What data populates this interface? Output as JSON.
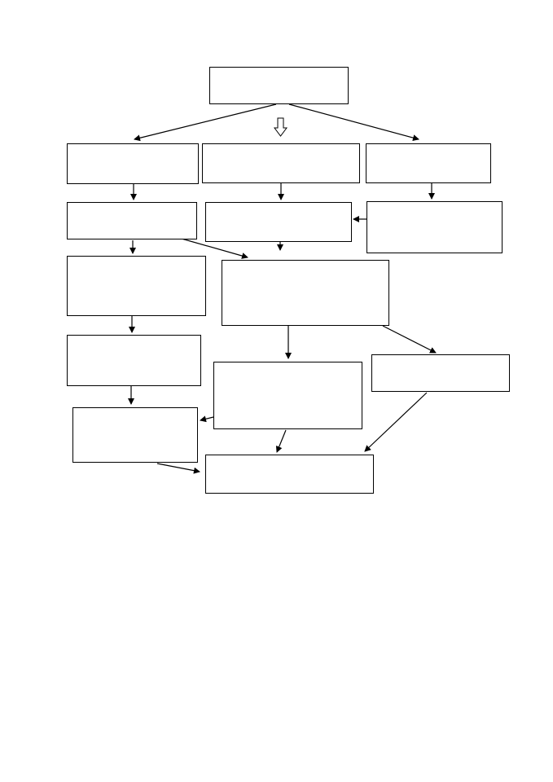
{
  "diagram": {
    "boxes": [
      {
        "id": "top",
        "text": ""
      },
      {
        "id": "row1-left",
        "text": ""
      },
      {
        "id": "row1-middle",
        "text": ""
      },
      {
        "id": "row1-right",
        "text": ""
      },
      {
        "id": "row2-left",
        "text": ""
      },
      {
        "id": "row2-middle",
        "text": ""
      },
      {
        "id": "row2-right",
        "text": ""
      },
      {
        "id": "row3-left",
        "text": ""
      },
      {
        "id": "row3-center",
        "text": ""
      },
      {
        "id": "row4-left",
        "text": ""
      },
      {
        "id": "row4-right",
        "text": ""
      },
      {
        "id": "row4-center",
        "text": ""
      },
      {
        "id": "row5-left",
        "text": ""
      },
      {
        "id": "bottom-center",
        "text": ""
      }
    ],
    "connectors": [
      {
        "from": "top",
        "to": "row1-left",
        "style": "arrow"
      },
      {
        "from": "top",
        "to": "row1-middle",
        "style": "hollow-block-arrow"
      },
      {
        "from": "top",
        "to": "row1-right",
        "style": "arrow"
      },
      {
        "from": "row1-left",
        "to": "row2-left",
        "style": "arrow"
      },
      {
        "from": "row1-middle",
        "to": "row2-middle",
        "style": "arrow"
      },
      {
        "from": "row1-right",
        "to": "row2-right",
        "style": "arrow"
      },
      {
        "from": "row2-right",
        "to": "row2-middle",
        "style": "arrow"
      },
      {
        "from": "row2-left",
        "to": "row3-left",
        "style": "arrow"
      },
      {
        "from": "row2-left",
        "to": "row3-center",
        "style": "arrow"
      },
      {
        "from": "row2-middle",
        "to": "row3-center",
        "style": "arrow"
      },
      {
        "from": "row3-left",
        "to": "row4-left",
        "style": "arrow"
      },
      {
        "from": "row3-center",
        "to": "row4-center",
        "style": "arrow"
      },
      {
        "from": "row3-center",
        "to": "row4-right",
        "style": "arrow"
      },
      {
        "from": "row4-left",
        "to": "row5-left",
        "style": "arrow"
      },
      {
        "from": "row4-center",
        "to": "row5-left",
        "style": "arrow"
      },
      {
        "from": "row4-center",
        "to": "bottom-center",
        "style": "arrow"
      },
      {
        "from": "row4-right",
        "to": "bottom-center",
        "style": "arrow"
      },
      {
        "from": "row5-left",
        "to": "bottom-center",
        "style": "arrow"
      }
    ]
  }
}
